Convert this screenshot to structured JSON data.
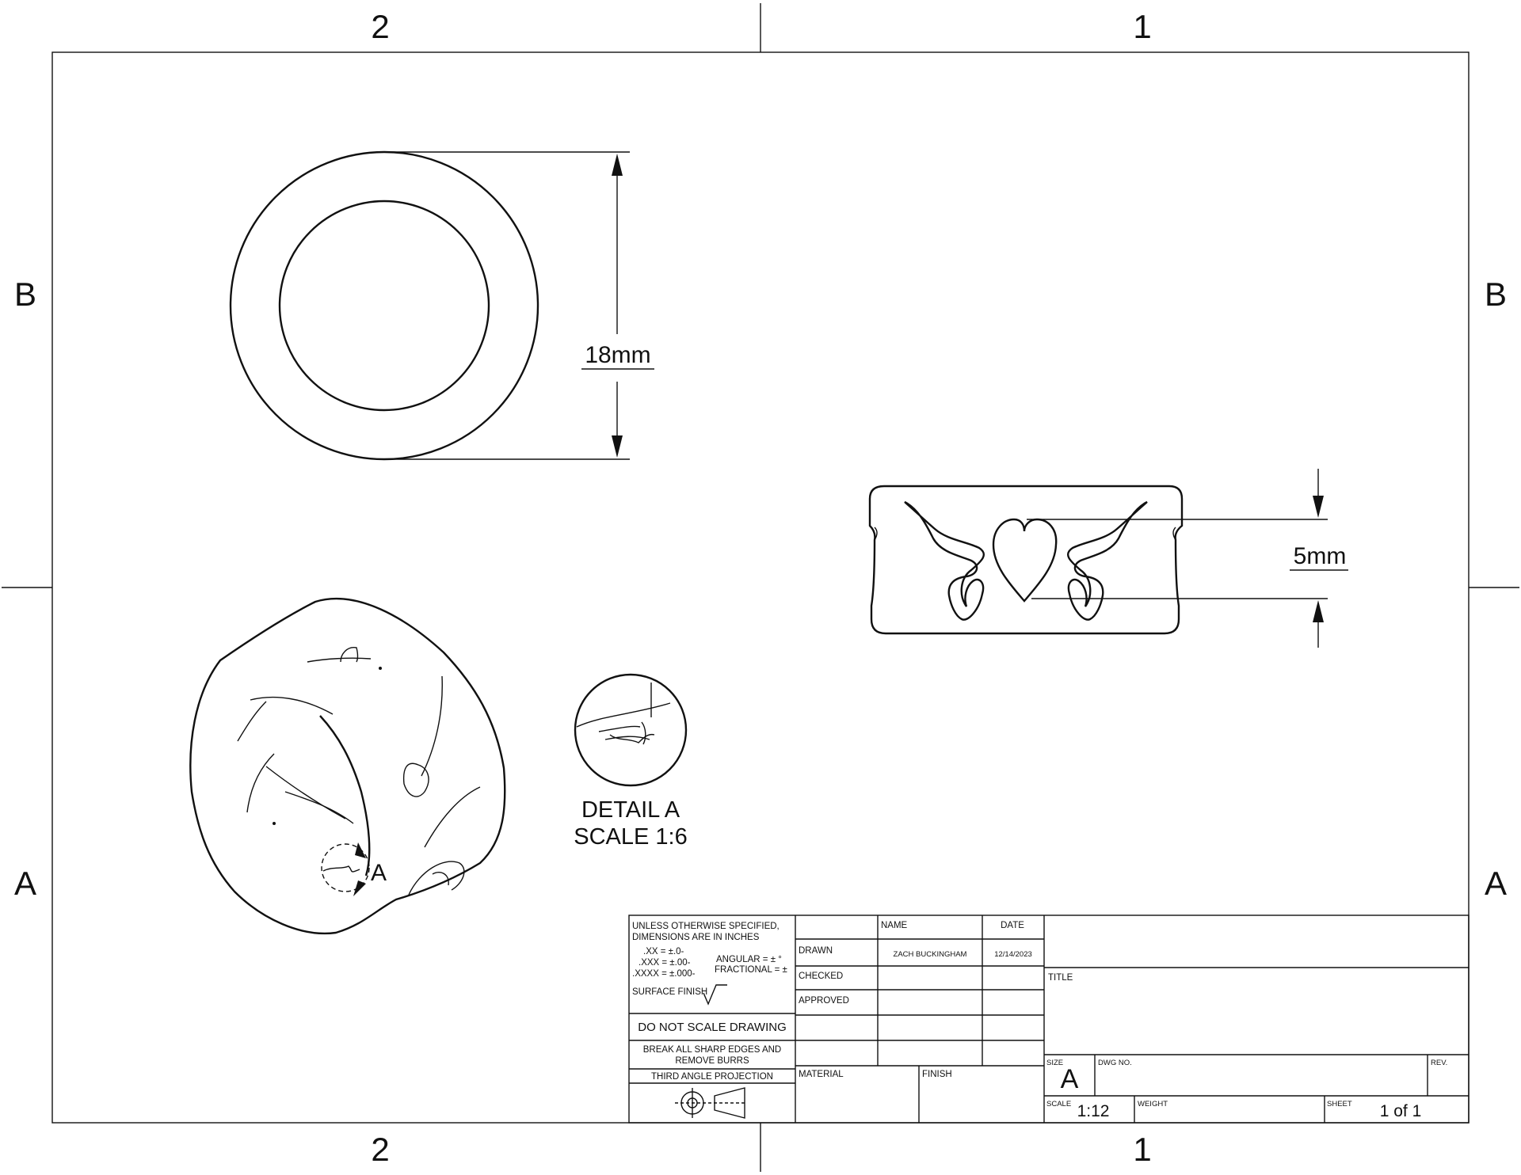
{
  "zones": {
    "top_left": "2",
    "top_right": "1",
    "bottom_left": "2",
    "bottom_right": "1",
    "left_upper": "B",
    "left_lower": "A",
    "right_upper": "B",
    "right_lower": "A"
  },
  "dimensions": {
    "diameter": "18mm",
    "heart_height": "5mm"
  },
  "detail": {
    "marker": "A",
    "title": "DETAIL A",
    "scale": "SCALE 1:6"
  },
  "notes": {
    "line1": "UNLESS OTHERWISE SPECIFIED,",
    "line2": "DIMENSIONS ARE IN INCHES",
    "tol_xx": ".XX = ±.0-",
    "tol_xxx": ".XXX = ±.00-",
    "tol_xxxx": ".XXXX = ±.000-",
    "angular": "ANGULAR = ± °",
    "fractional": "FRACTIONAL = ±",
    "surface_finish": "SURFACE FINISH",
    "do_not_scale": "DO NOT SCALE DRAWING",
    "break_edges_1": "BREAK ALL SHARP EDGES AND",
    "break_edges_2": "REMOVE BURRS",
    "projection": "THIRD ANGLE PROJECTION"
  },
  "title_block": {
    "name_header": "NAME",
    "date_header": "DATE",
    "drawn_label": "DRAWN",
    "drawn_name": "ZACH BUCKINGHAM",
    "drawn_date": "12/14/2023",
    "checked_label": "CHECKED",
    "approved_label": "APPROVED",
    "material_label": "MATERIAL",
    "finish_label": "FINISH",
    "title_label": "TITLE",
    "size_label": "SIZE",
    "size_value": "A",
    "dwg_no_label": "DWG NO.",
    "rev_label": "REV.",
    "scale_label": "SCALE",
    "scale_value": "1:12",
    "weight_label": "WEIGHT",
    "sheet_label": "SHEET",
    "sheet_value": "1 of 1"
  }
}
